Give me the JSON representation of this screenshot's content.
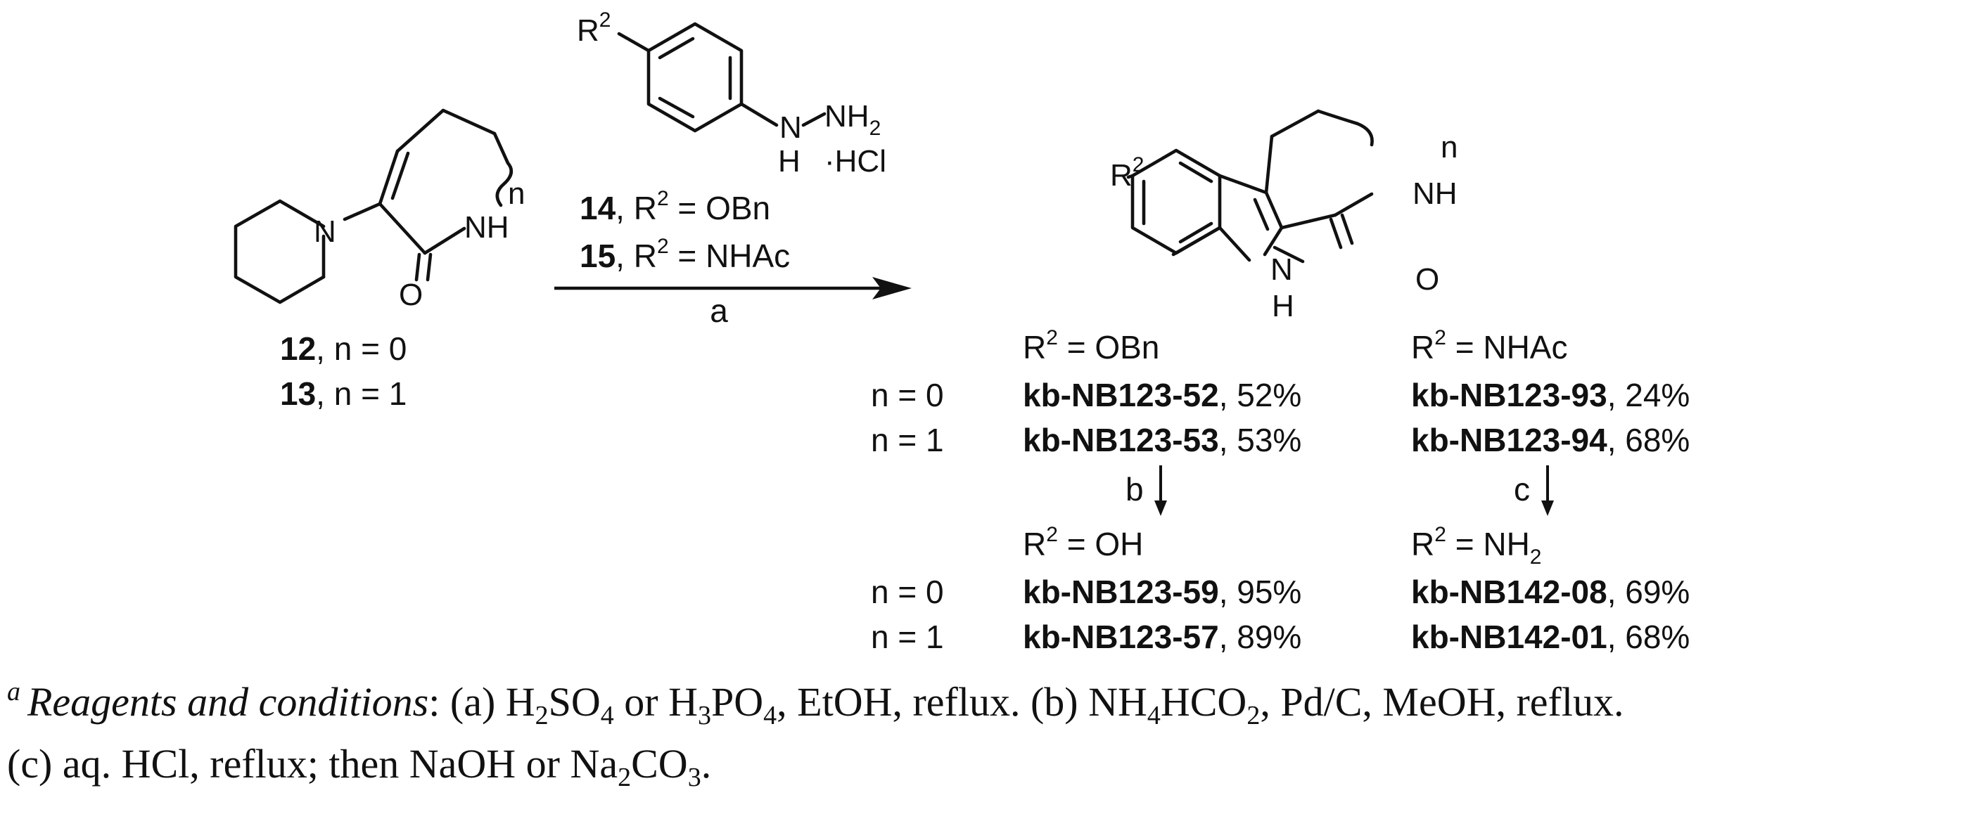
{
  "reactant": {
    "ring_label": "n",
    "amine": "N",
    "nh": "NH",
    "oxygen": "O",
    "compounds": [
      {
        "id": "12",
        "label": ", n = 0"
      },
      {
        "id": "13",
        "label": ", n = 1"
      }
    ]
  },
  "reagent": {
    "r_sym": "R",
    "r_sup": "2",
    "n_hydrazine": "N",
    "nh2_n": "NH",
    "nh2_sub": "2",
    "h": "H",
    "hcl": "·HCl",
    "variants": [
      {
        "id": "14",
        "r": ", R",
        "sup": "2",
        "value": " = OBn"
      },
      {
        "id": "15",
        "r": ", R",
        "sup": "2",
        "value": " = NHAc"
      }
    ],
    "step": "a"
  },
  "product": {
    "r_sym": "R",
    "r_sup": "2",
    "ring_label": "n",
    "nh": "NH",
    "indole_n": "N",
    "indole_h": "H",
    "oxygen": "O"
  },
  "table": {
    "headers": [
      {
        "r": "R",
        "sup": "2",
        "value": " = OBn"
      },
      {
        "r": "R",
        "sup": "2",
        "value": " = NHAc"
      },
      {
        "r": "R",
        "sup": "2",
        "value": " = OH"
      },
      {
        "r": "R",
        "sup": "2",
        "value": " = NH",
        "sub": "2"
      }
    ],
    "row_labels": [
      "n = 0",
      "n = 1",
      "n = 0",
      "n = 1"
    ],
    "cells": [
      {
        "id": "kb-NB123-52",
        "yield": ", 52%"
      },
      {
        "id": "kb-NB123-93",
        "yield": ", 24%"
      },
      {
        "id": "kb-NB123-53",
        "yield": ", 53%"
      },
      {
        "id": "kb-NB123-94",
        "yield": ", 68%"
      },
      {
        "id": "kb-NB123-59",
        "yield": ", 95%"
      },
      {
        "id": "kb-NB142-08",
        "yield": ", 69%"
      },
      {
        "id": "kb-NB123-57",
        "yield": ", 89%"
      },
      {
        "id": "kb-NB142-01",
        "yield": ", 68%"
      }
    ],
    "steps": [
      "b",
      "c"
    ]
  },
  "footnote": {
    "marker": "a",
    "title": "Reagents and conditions",
    "line1": [
      ": (a) H",
      "2",
      "SO",
      "4",
      " or H",
      "3",
      "PO",
      "4",
      ", EtOH, reflux. (b) NH",
      "4",
      "HCO",
      "2",
      ", Pd/C, MeOH, reflux."
    ],
    "line2": [
      "(c) aq. HCl, reflux; then NaOH or Na",
      "2",
      "CO",
      "3",
      "."
    ]
  }
}
